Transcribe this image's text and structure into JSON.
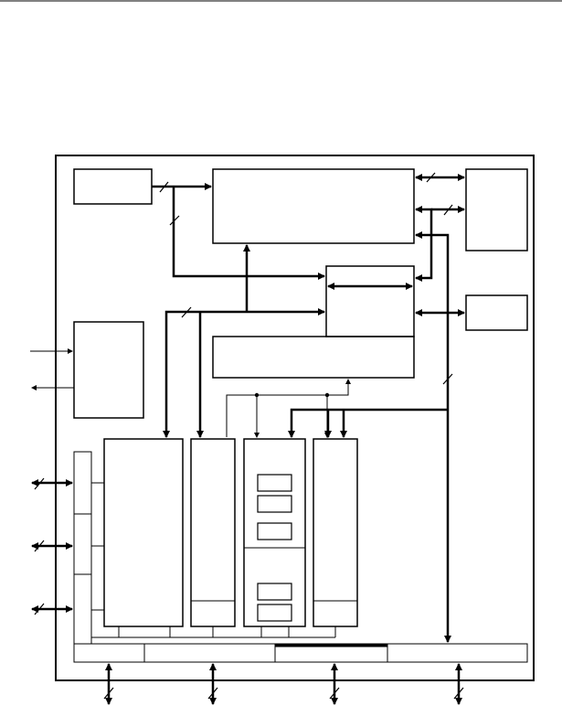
{
  "page": {
    "header_rule": true,
    "ink_color": "#000000",
    "background_color": "#ffffff"
  },
  "diagram": {
    "kind": "block-diagram",
    "has_text_labels": false,
    "block_count": 22,
    "connection_count": 30
  }
}
